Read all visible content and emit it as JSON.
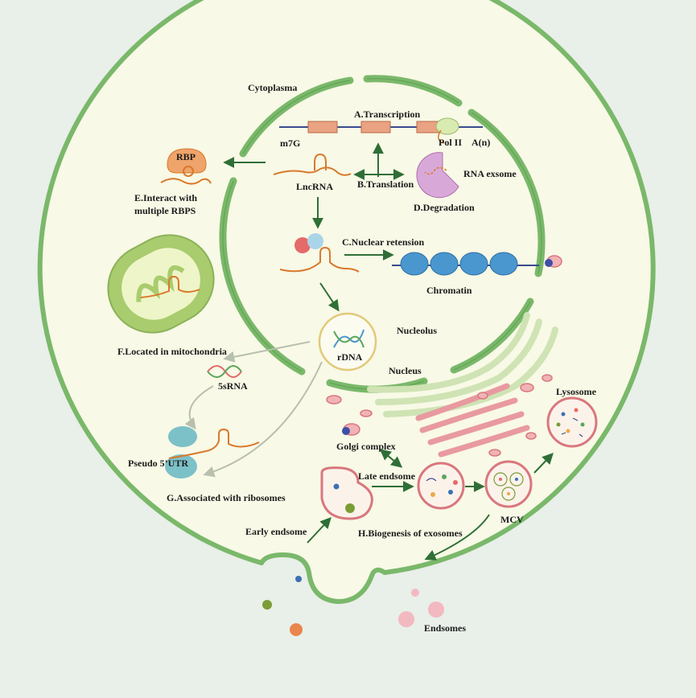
{
  "labels": {
    "cytoplasma": "Cytoplasma",
    "transcription": "A.Transcription",
    "m7g": "m7G",
    "pol2": "Pol II",
    "polya": "A(n)",
    "rbp": "RBP",
    "lncrna": "LncRNA",
    "translation": "B.Translation",
    "rna_exosome": "RNA exsome",
    "degradation": "D.Degradation",
    "interact_1": "E.Interact with",
    "interact_2": "multiple RBPS",
    "nuclear_retention": "C.Nuclear retension",
    "chromatin": "Chromatin",
    "nucleolus": "Nucleolus",
    "rdna": "rDNA",
    "nucleus": "Nucleus",
    "mitochondria": "F.Located in mitochondria",
    "five_s_rna": "5sRNA",
    "lysosome": "Lysosome",
    "golgi": "Golgi complex",
    "pseudo_utr": "Pseudo 5’UTR",
    "late_endosome": "Late endsome",
    "ribosomes": "G.Associated with ribosomes",
    "mcv": "MCV",
    "early_endosome": "Early endsome",
    "exosome_biogenesis": "H.Biogenesis of exosomes",
    "endosomes": "Endsomes"
  },
  "colors": {
    "background": "#e9efe9",
    "cytoplasm": "#f8f9e6",
    "membrane": "#7ab86a",
    "membrane_dark": "#4f9447",
    "arrow": "#2f6f37",
    "arrow_gray": "#b8bfae",
    "rna": "#d9792c",
    "gene_box": "#eaa382",
    "chromatin": "#4a97cf",
    "golgi": "#e89aa0",
    "er": "#cfe3b4"
  }
}
